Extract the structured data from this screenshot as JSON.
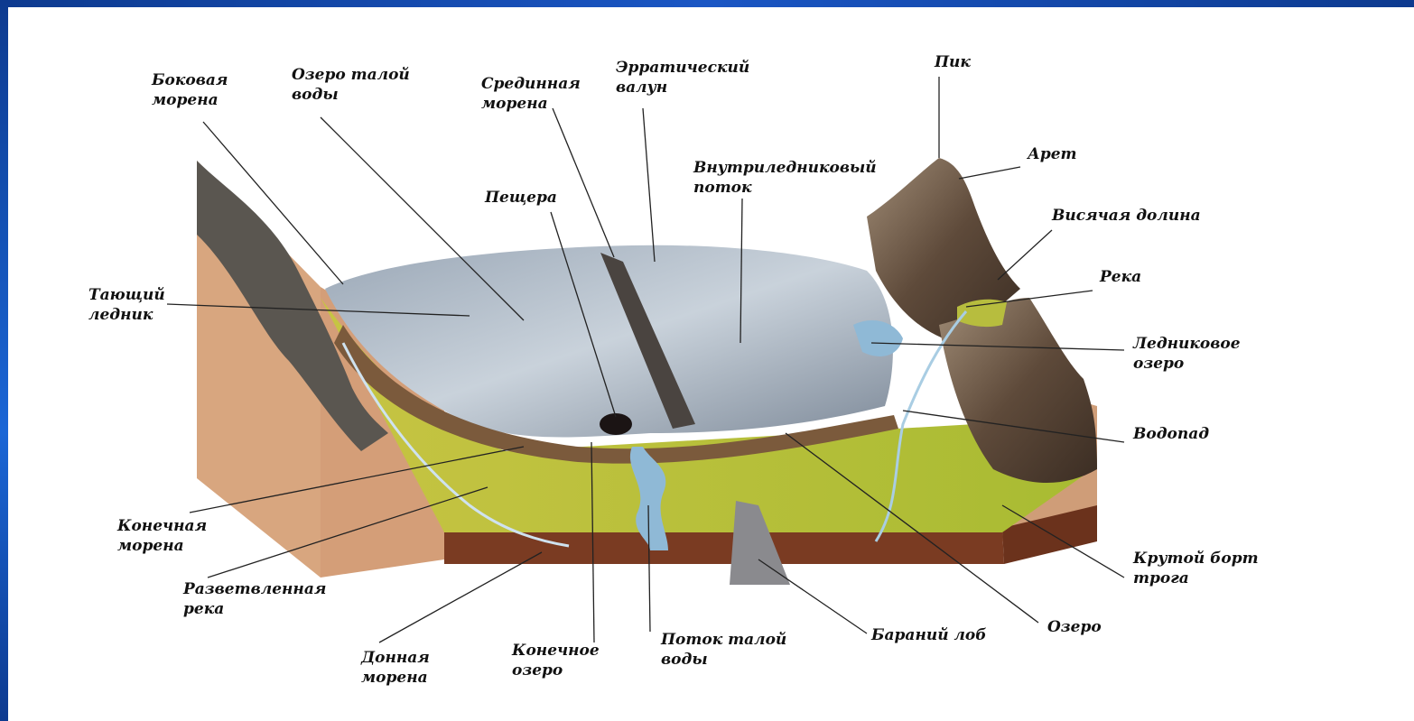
{
  "labels": {
    "bokovaya_morena": [
      "Боковая",
      "морена"
    ],
    "ozero_taloy_vody": [
      "Озеро талой",
      "воды"
    ],
    "sredinnaya_morena": [
      "Срединная",
      "морена"
    ],
    "erraticheskiy_valun": [
      "Эрратический",
      "валун"
    ],
    "pik": [
      "Пик"
    ],
    "aret": [
      "Арет"
    ],
    "vnutrilednikovy_potok": [
      "Внутриледниковый",
      "поток"
    ],
    "peschera": [
      "Пещера"
    ],
    "visyachaya_dolina": [
      "Висячая долина"
    ],
    "reka": [
      "Река"
    ],
    "tayushchiy_lednik": [
      "Тающий",
      "ледник"
    ],
    "lednikovoe_ozero": [
      "Ледниковое",
      "озеро"
    ],
    "vodopad": [
      "Водопад"
    ],
    "konechnaya_morena": [
      "Конечная",
      "морена"
    ],
    "krutoy_bort_troga": [
      "Крутой борт",
      "трога"
    ],
    "razvetvlennaya_reka": [
      "Разветвленная",
      "река"
    ],
    "ozero": [
      "Озеро"
    ],
    "baraniy_lob": [
      "Бараний лоб"
    ],
    "potok_taloy_vody": [
      "Поток талой",
      "воды"
    ],
    "konechnoe_ozero": [
      "Конечное",
      "озеро"
    ],
    "donnaya_morena": [
      "Донная",
      "морена"
    ]
  },
  "colors": {
    "frame_blue": "#1a56c4",
    "grass": "#b9c23a",
    "soil": "#7a3b22",
    "block_side": "#d9a983",
    "ice": "#b8c3cf",
    "water": "#8fb9d6",
    "rock": "#6e5644"
  }
}
